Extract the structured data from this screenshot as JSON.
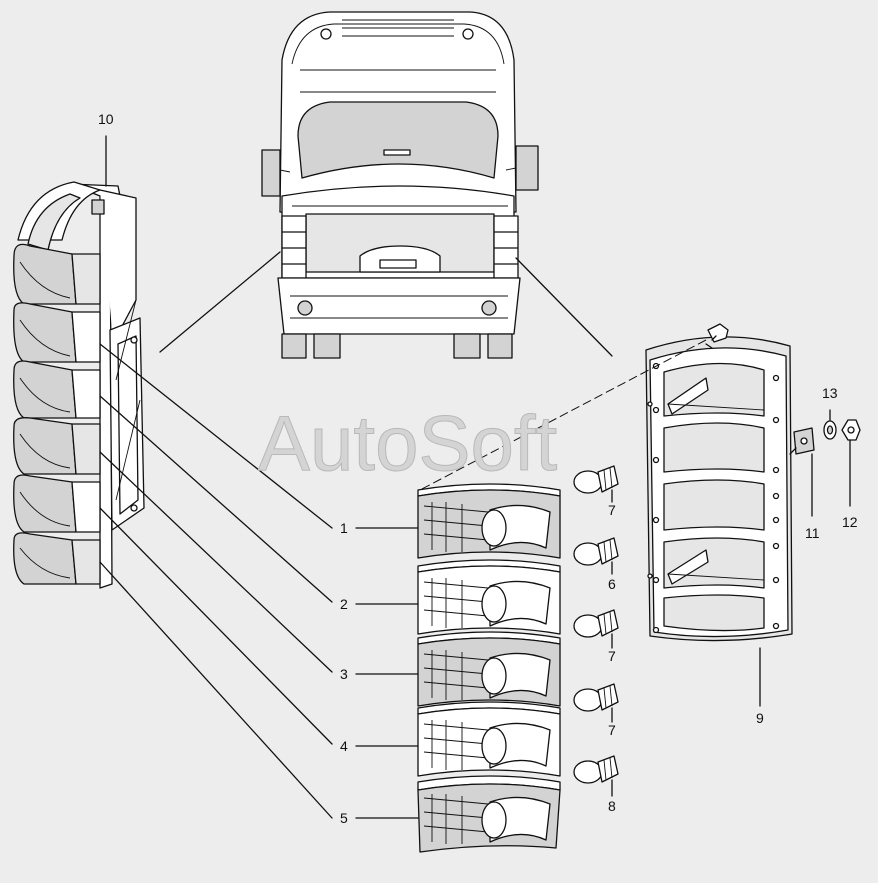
{
  "watermark": "AutoSoft",
  "callouts": {
    "c1": "1",
    "c2": "2",
    "c3": "3",
    "c4": "4",
    "c5": "5",
    "c6": "6",
    "c7a": "7",
    "c7b": "7",
    "c7c": "7",
    "c8": "8",
    "c9": "9",
    "c10": "10",
    "c11": "11",
    "c12": "12",
    "c13": "13"
  }
}
